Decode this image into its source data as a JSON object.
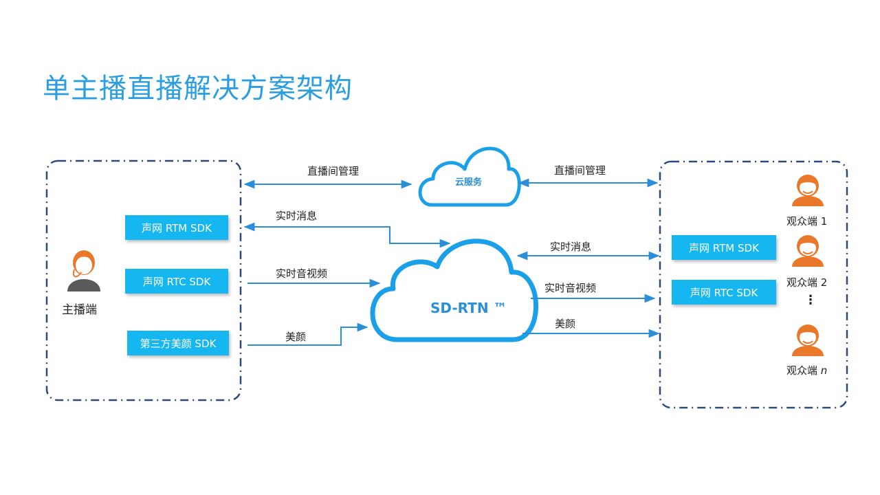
{
  "title": "单主播直播解决方案架构",
  "clouds": {
    "cloud_service": "云服务",
    "sdrtn": "SD-RTN ™"
  },
  "host": {
    "label": "主播端",
    "sdks": [
      "声网 RTM SDK",
      "声网 RTC SDK",
      "第三方美颜 SDK"
    ]
  },
  "audience": {
    "sdks": [
      "声网 RTM SDK",
      "声网 RTC SDK"
    ],
    "viewers": [
      {
        "label": "观众端",
        "index": "1"
      },
      {
        "label": "观众端",
        "index": "2"
      },
      {
        "label": "观众端",
        "index": "n"
      }
    ],
    "ellipsis": "⋮"
  },
  "flows": {
    "left_room_mgmt": "直播间管理",
    "right_room_mgmt": "直播间管理",
    "left_msg": "实时消息",
    "right_msg": "实时消息",
    "left_av": "实时音视频",
    "right_av": "实时音视频",
    "left_beauty": "美颜",
    "right_beauty": "美颜"
  },
  "colors": {
    "title": "#2a9ee0",
    "sdk_fill": "#16b7f0",
    "arrow": "#2a8fd8",
    "cloud_stroke": "#1aa0e8",
    "box_border": "#2e4a7a",
    "person_orange": "#e9782b",
    "host_body": "#5a5a5a"
  }
}
